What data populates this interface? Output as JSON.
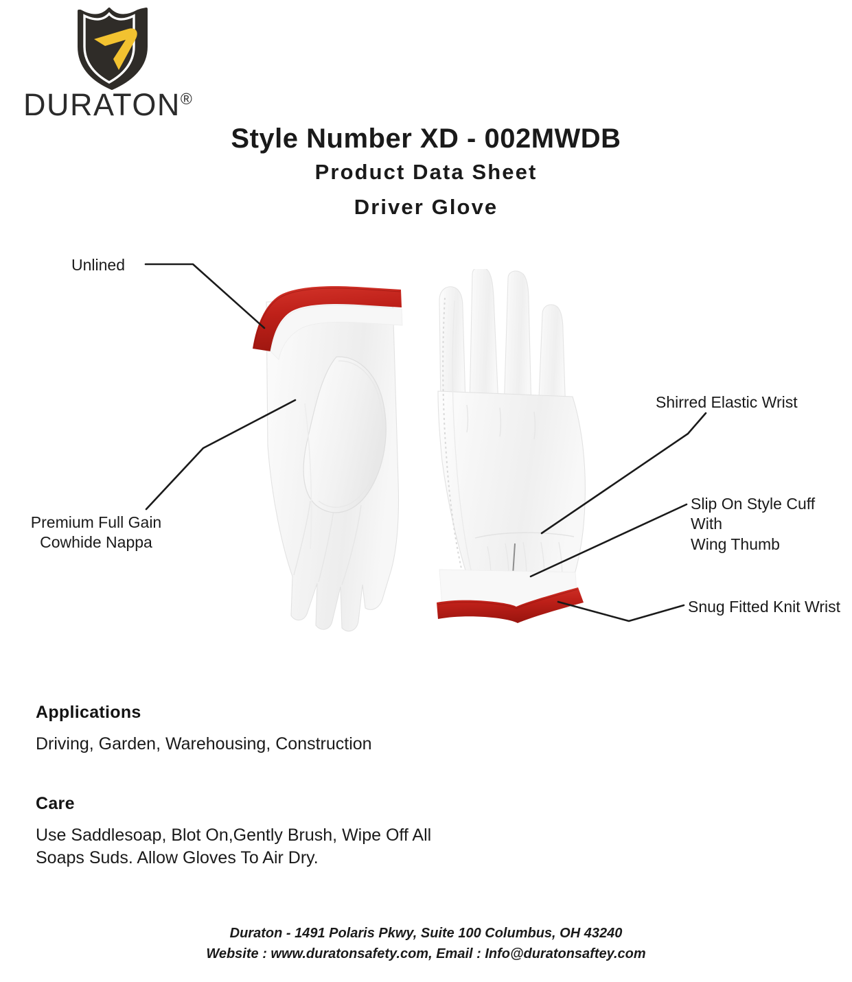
{
  "brand": {
    "name": "DURATON",
    "registered_mark": "®",
    "logo_icon": "shield-logo-icon",
    "shield_dark": "#2F2C28",
    "shield_accent": "#F2C230"
  },
  "header": {
    "style_number": "Style Number XD - 002MWDB",
    "document_type": "Product Data Sheet",
    "product_name": "Driver Glove"
  },
  "diagram": {
    "product_image_alt_left": "driver-glove-palm-view",
    "product_image_alt_right": "driver-glove-back-view",
    "accent_red": "#BE2019",
    "leather_white": "#F6F6F6",
    "callouts": [
      {
        "id": "unlined",
        "label": "Unlined"
      },
      {
        "id": "premium",
        "label": "Premium Full Gain\nCowhide Nappa"
      },
      {
        "id": "shirred",
        "label": "Shirred Elastic Wrist"
      },
      {
        "id": "slipon",
        "label": "Slip On Style Cuff With\nWing Thumb"
      },
      {
        "id": "snug",
        "label": "Snug Fitted Knit Wrist"
      }
    ]
  },
  "sections": {
    "applications": {
      "heading": "Applications",
      "text": "Driving, Garden, Warehousing, Construction"
    },
    "care": {
      "heading": "Care",
      "text": "Use Saddlesoap, Blot On,Gently Brush, Wipe Off All\nSoaps Suds. Allow Gloves To Air Dry."
    }
  },
  "footer": {
    "address": "Duraton - 1491 Polaris Pkwy, Suite 100 Columbus, OH 43240",
    "contact": "Website : www.duratonsafety.com, Email : Info@duratonsaftey.com"
  }
}
